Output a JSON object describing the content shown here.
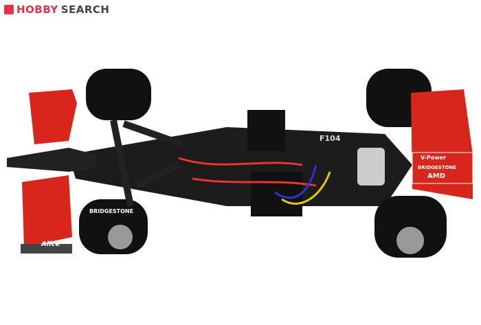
{
  "watermark": {
    "brand_red": "HOBBY",
    "brand_gray": "SEARCH",
    "colors": {
      "red": "#e0344a",
      "gray": "#444444"
    }
  },
  "car_markings": {
    "tire_brand": "BRIDGESTONE",
    "wing_sponsor": "V-Power",
    "wing_brand": "AMD",
    "nose_sponsor": "Alice",
    "chassis_model": "F104"
  },
  "colors": {
    "body_red": "#d8261c",
    "chassis_black": "#1a1a1a",
    "background": "#ffffff"
  }
}
